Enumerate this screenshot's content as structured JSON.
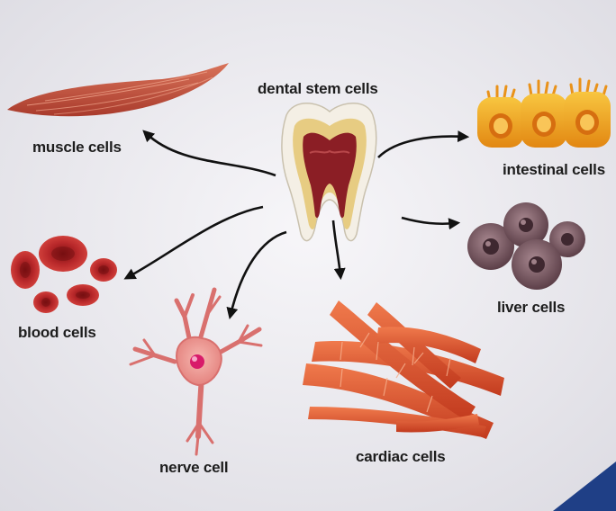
{
  "colors": {
    "background": "#ecebf0",
    "arrow": "#111111",
    "muscle": "#c4563f",
    "blood": "#c0282a",
    "nerve": "#ea8f8b",
    "nerve_nucleus": "#d81b6a",
    "intestinal": "#f2a21d",
    "liver": "#7f5e68",
    "cardiac": "#e2542e",
    "tooth_enamel": "#f4efe5",
    "tooth_dentin": "#e7cc82",
    "tooth_pulp": "#8b1e25",
    "corner_accent": "#1f3f86"
  },
  "center": {
    "label": "dental stem cells"
  },
  "cells": [
    {
      "id": "muscle",
      "label": "muscle cells"
    },
    {
      "id": "blood",
      "label": "blood cells"
    },
    {
      "id": "nerve",
      "label": "nerve cell"
    },
    {
      "id": "cardiac",
      "label": "cardiac cells"
    },
    {
      "id": "intestinal",
      "label": "intestinal cells"
    },
    {
      "id": "liver",
      "label": "liver cells"
    }
  ]
}
